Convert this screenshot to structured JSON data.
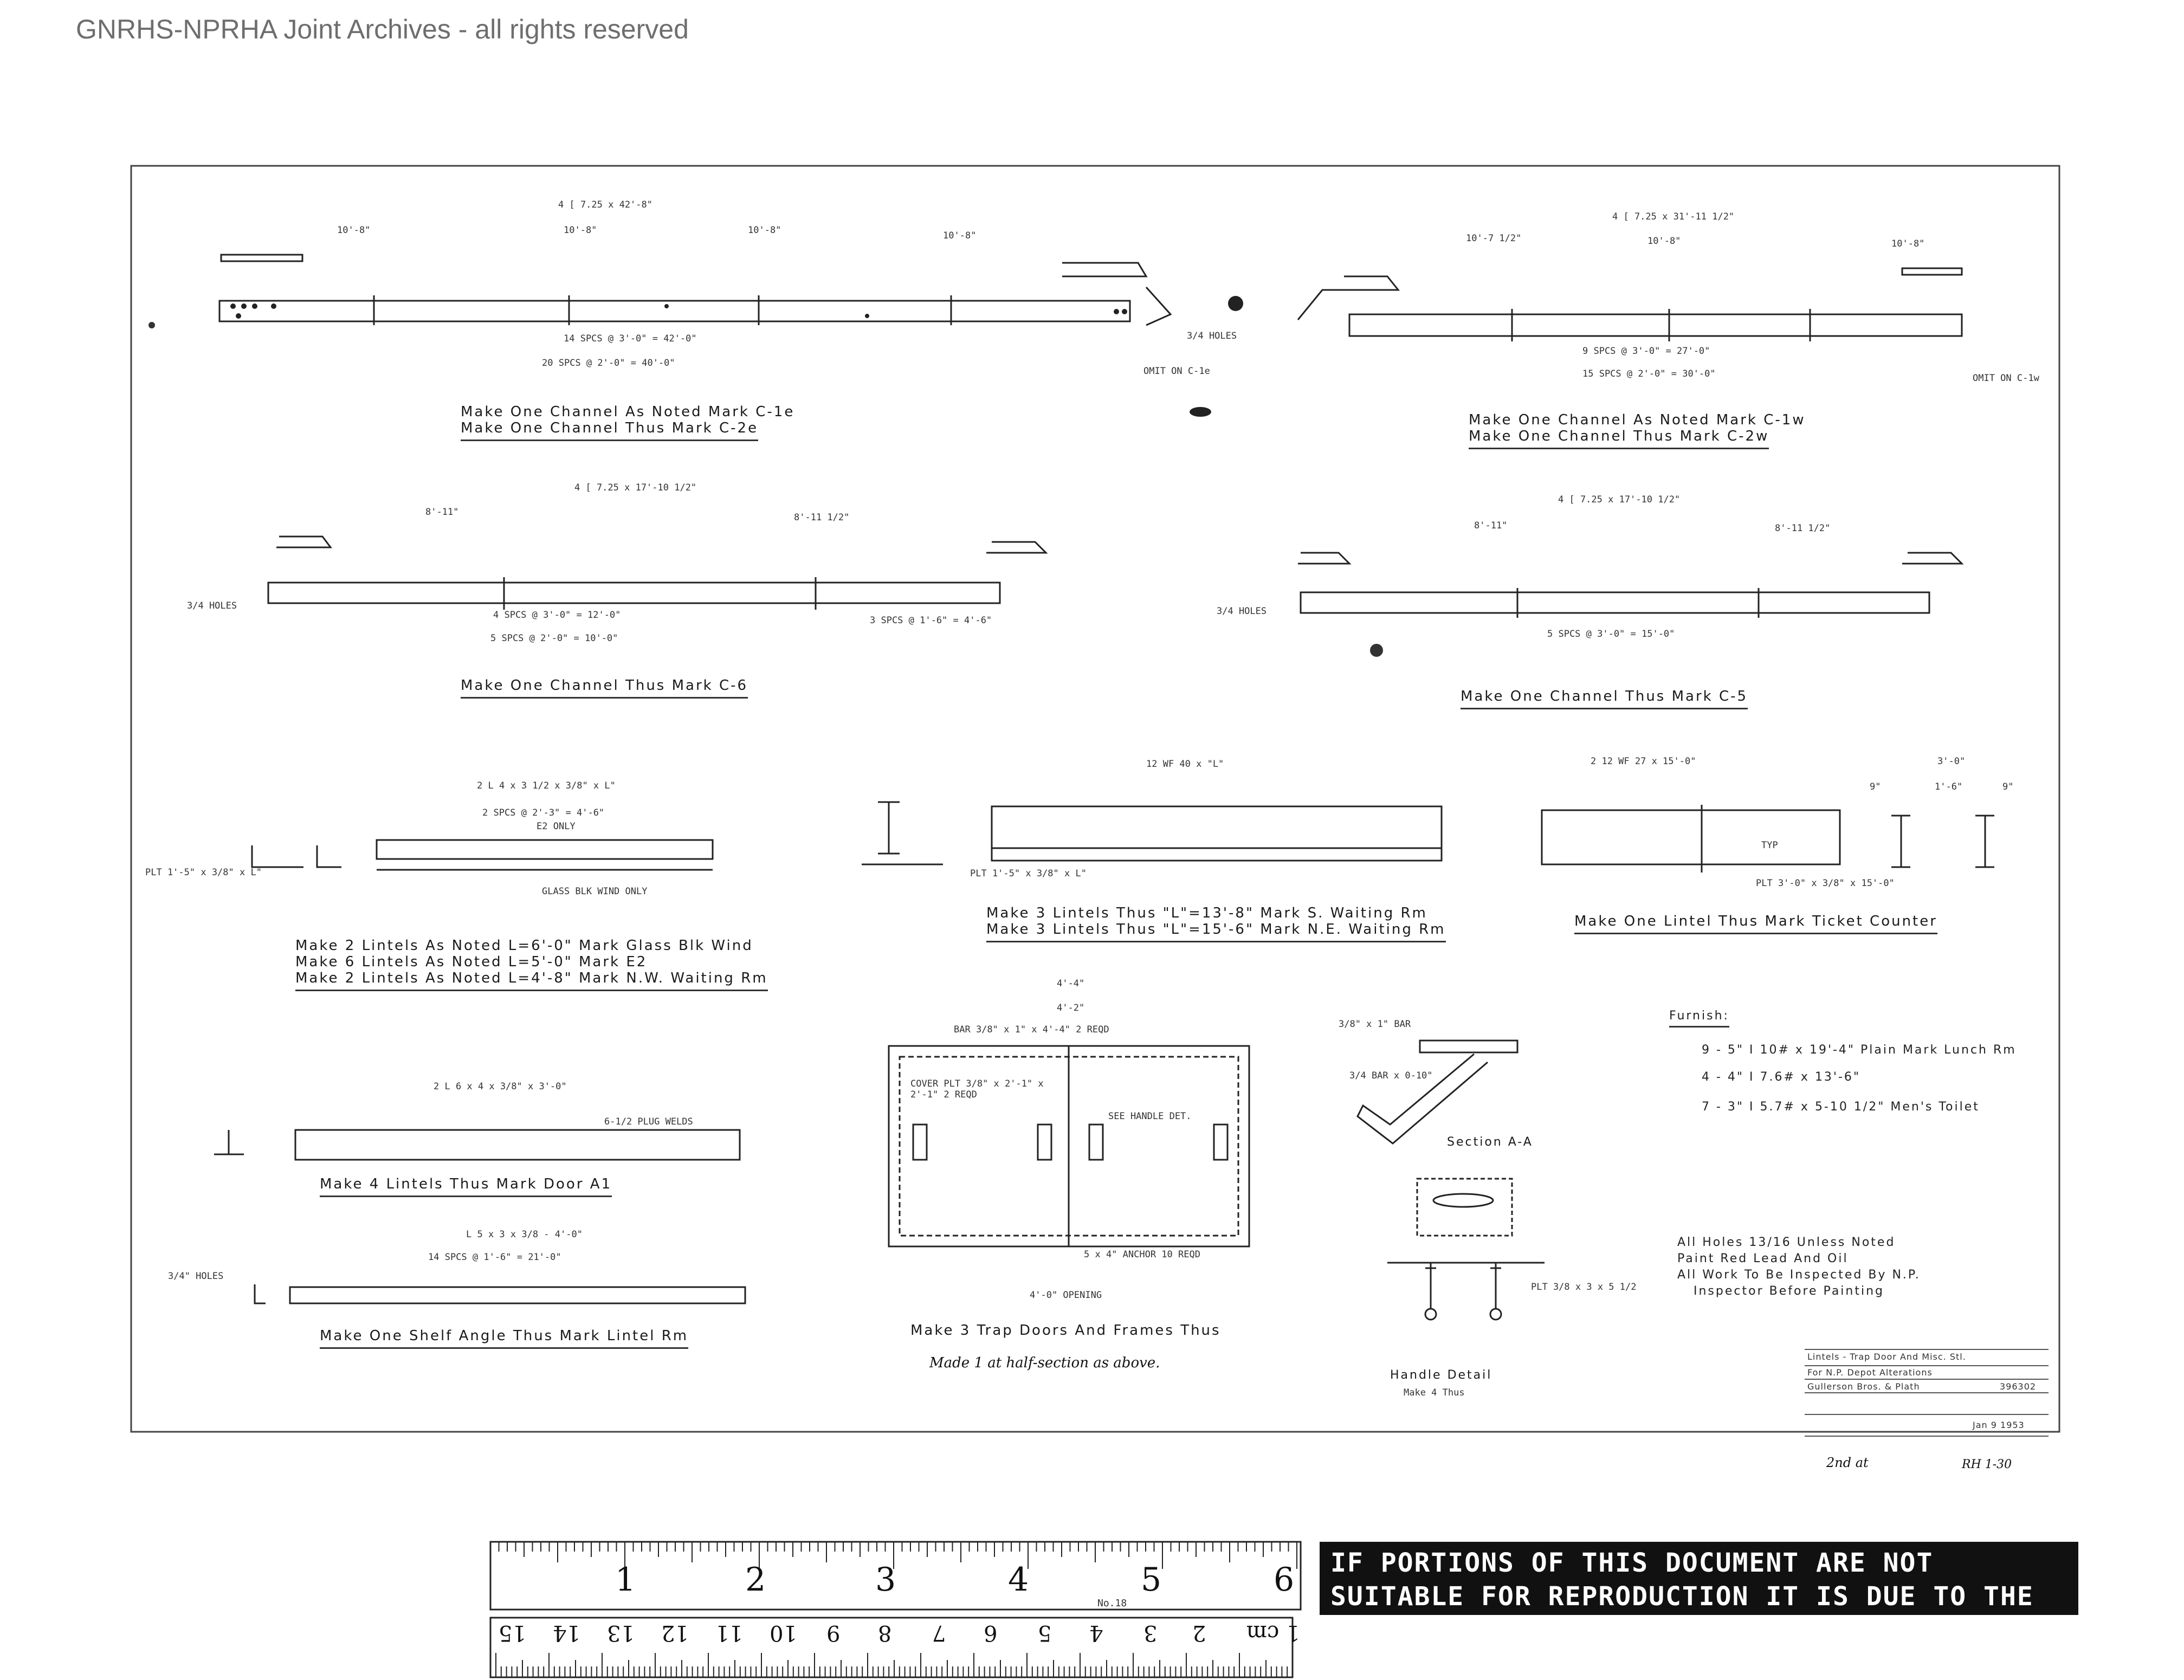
{
  "watermark": "GNRHS-NPRHA Joint Archives - all rights reserved",
  "sections": {
    "c1e": {
      "size": "4 [ 7.25 x 42'-8\"",
      "spacing1": "14 SPCS @ 3'-0\" = 42'-0\"",
      "spacing2": "20 SPCS @ 2'-0\" = 40'-0\"",
      "holes": "3/4 HOLES",
      "omit": "OMIT ON C-1e",
      "caption1": "Make One Channel As Noted Mark C-1e",
      "caption2": "Make One Channel Thus Mark C-2e",
      "d1": "10'-8\"",
      "d2": "10'-8\"",
      "d3": "10'-8\"",
      "d4": "10'-8\""
    },
    "c1w": {
      "size": "4 [ 7.25 x 31'-11 1/2\"",
      "spacing1": "9 SPCS @ 3'-0\" = 27'-0\"",
      "spacing2": "15 SPCS @ 2'-0\" = 30'-0\"",
      "omit": "OMIT ON C-1w",
      "caption1": "Make One Channel As Noted Mark C-1w",
      "caption2": "Make One Channel Thus Mark C-2w",
      "d1": "10'-7 1/2\"",
      "d2": "10'-8\"",
      "d3": "10'-8\""
    },
    "c6": {
      "size": "4 [ 7.25 x 17'-10 1/2\"",
      "spacing1": "4 SPCS @ 3'-0\" = 12'-0\"",
      "spacing2": "5 SPCS @ 2'-0\" = 10'-0\"",
      "spacing3": "3 SPCS @ 1'-6\" = 4'-6\"",
      "holes": "3/4 HOLES",
      "caption": "Make One Channel Thus Mark C-6",
      "d1": "8'-11\"",
      "d2": "8'-11 1/2\""
    },
    "c5": {
      "size": "4 [ 7.25 x 17'-10 1/2\"",
      "spacing": "5 SPCS @ 3'-0\" = 15'-0\"",
      "holes": "3/4 HOLES",
      "caption": "Make One Channel Thus Mark C-5",
      "d1": "8'-11\"",
      "d2": "8'-11 1/2\""
    },
    "lintels1": {
      "size": "2 L 4 x 3 1/2 x 3/8\" x L\"",
      "spacing": "2 SPCS @ 2'-3\" = 4'-6\"",
      "note": "E2 ONLY",
      "plate": "PLT 1'-5\" x 3/8\" x L\"",
      "glass": "GLASS BLK WIND ONLY",
      "caption1": "Make 2 Lintels As Noted L=6'-0\" Mark Glass Blk Wind",
      "caption2": "Make 6 Lintels As Noted L=5'-0\" Mark E2",
      "caption3": "Make 2 Lintels As Noted L=4'-8\" Mark N.W. Waiting Rm"
    },
    "lintels2": {
      "size": "12 WF 40 x \"L\"",
      "plate": "PLT 1'-5\" x 3/8\" x L\"",
      "caption1": "Make 3 Lintels Thus \"L\"=13'-8\" Mark S. Waiting Rm",
      "caption2": "Make 3 Lintels Thus \"L\"=15'-6\" Mark N.E. Waiting Rm"
    },
    "ticket": {
      "size": "2 12 WF 27 x 15'-0\"",
      "plate": "PLT 3'-0\" x 3/8\" x 15'-0\"",
      "typ": "TYP",
      "caption": "Make One Lintel Thus Mark Ticket Counter",
      "d1": "3'-0\"",
      "d2": "9\"",
      "d3": "1'-6\"",
      "d4": "9\""
    },
    "doorA1": {
      "size": "2 L 6 x 4 x 3/8\" x 3'-0\"",
      "welds": "6-1/2 PLUG WELDS",
      "caption": "Make 4 Lintels Thus Mark Door A1"
    },
    "shelf": {
      "size": "L 5 x 3 x 3/8 - 4'-0\"",
      "spacing": "14 SPCS @ 1'-6\" = 21'-0\"",
      "holes": "3/4\" HOLES",
      "caption": "Make One Shelf Angle Thus Mark Lintel Rm"
    },
    "trapdoor": {
      "d1": "4'-4\"",
      "d2": "4'-2\"",
      "cover": "COVER PLT 3/8\" x 2'-1\" x 2'-1\" 2 REQD",
      "handle_ref": "SEE HANDLE DET.",
      "bar": "BAR 3/8\" x 1\" x 4'-4\" 2 REQD",
      "anchor": "5 x 4\" ANCHOR 10 REQD",
      "opening": "4'-0\" OPENING",
      "caption": "Make 3 Trap Doors And Frames Thus",
      "hand": "Made 1 at half-section as above."
    },
    "handle": {
      "bar1": "3/8\" x 1\" BAR",
      "bar2": "3/4 BAR x 0-10\"",
      "section": "Section A-A",
      "plt": "PLT 3/8 x 3 x 5 1/2",
      "caption1": "Handle Detail",
      "caption2": "Make 4 Thus"
    }
  },
  "furnish": {
    "title": "Furnish:",
    "items": [
      "9 - 5\" I 10# x 19'-4\"  Plain  Mark Lunch Rm",
      "4 - 4\" I 7.6# x 13'-6\"",
      "7 - 3\" I 5.7# x 5-10 1/2\"   Men's Toilet"
    ]
  },
  "notes": [
    "All Holes 13/16 Unless Noted",
    "Paint Red Lead And Oil",
    "All Work To Be Inspected By N.P.",
    "Inspector Before Painting"
  ],
  "title_block": {
    "line1": "Lintels - Trap Door And Misc. Stl.",
    "line2": "For N.P. Depot Alterations",
    "line3": "Gullerson Bros. & Plath",
    "num": "396302",
    "date": "Jan 9 1953",
    "rev": "2nd at",
    "rh": "RH 1-30"
  },
  "ruler": {
    "inch_labels": [
      "1",
      "2",
      "3",
      "4",
      "5",
      "6"
    ],
    "cm_labels": [
      "1 cm",
      "2",
      "3",
      "4",
      "5",
      "6",
      "7",
      "8",
      "9",
      "10",
      "11",
      "12",
      "13",
      "14",
      "15"
    ],
    "maker": "No.18"
  },
  "notice": "IF PORTIONS OF THIS DOCUMENT ARE NOT SUITABLE FOR REPRODUCTION IT IS DUE TO THE QUALITY OF THE DOCUMENT."
}
